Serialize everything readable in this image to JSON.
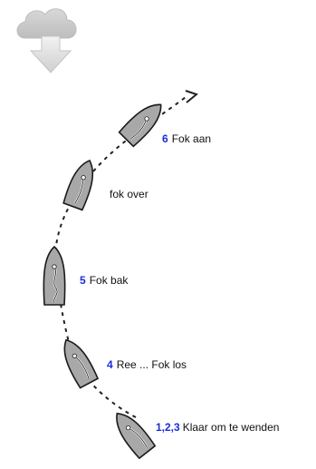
{
  "colors": {
    "step_number": "#1a2fd6",
    "label_text": "#111111",
    "boat_fill": "#a8a8a8",
    "boat_outline": "#1a1a1a",
    "cloud_fill": "#c9c9c9",
    "arrow_fill": "#dedede"
  },
  "icons": {
    "download": "cloud-download-icon"
  },
  "steps": [
    {
      "number": "6",
      "text": "Fok aan"
    },
    {
      "number": "",
      "text": "fok over"
    },
    {
      "number": "5",
      "text": "Fok bak"
    },
    {
      "number": "4",
      "text": "Ree ... Fok los"
    },
    {
      "number": "1,2,3",
      "text": "Klaar om te wenden"
    }
  ]
}
